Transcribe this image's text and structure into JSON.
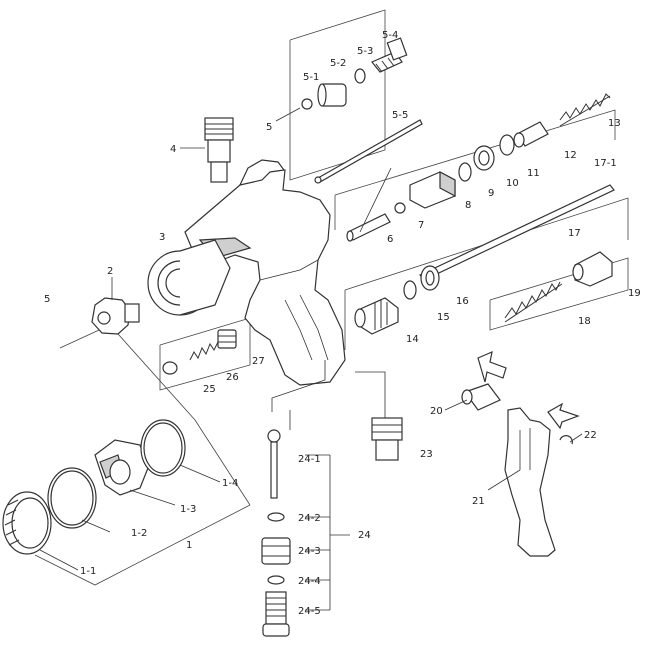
{
  "diagram": {
    "labels": {
      "p1": "1",
      "p1_1": "1-1",
      "p1_2": "1-2",
      "p1_3": "1-3",
      "p1_4": "1-4",
      "p2": "2",
      "p3": "3",
      "p4": "4",
      "p5": "5",
      "p5b": "5",
      "p5_1": "5-1",
      "p5_2": "5-2",
      "p5_3": "5-3",
      "p5_4": "5-4",
      "p5_5": "5-5",
      "p6": "6",
      "p7": "7",
      "p8": "8",
      "p9": "9",
      "p10": "10",
      "p11": "11",
      "p12": "12",
      "p13": "13",
      "p14": "14",
      "p15": "15",
      "p16": "16",
      "p17": "17",
      "p17_1": "17-1",
      "p18": "18",
      "p19": "19",
      "p20": "20",
      "p21": "21",
      "p22": "22",
      "p23": "23",
      "p24": "24",
      "p24_1": "24-1",
      "p24_2": "24-2",
      "p24_3": "24-3",
      "p24_4": "24-4",
      "p24_5": "24-5",
      "p25": "25",
      "p26": "26",
      "p27": "27"
    }
  }
}
